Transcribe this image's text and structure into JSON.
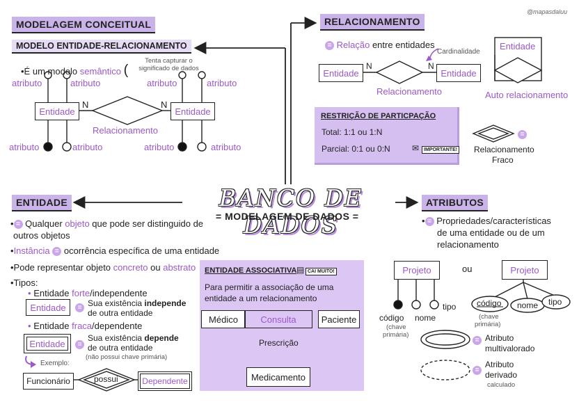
{
  "watermark": "@mapasdaluu",
  "title": "BANCO DE DADOS",
  "subtitle": "= MODELAGEM DE DADOS =",
  "conceitual": {
    "header": "MODELAGEM CONCEITUAL",
    "subheader": "MODELO ENTIDADE-RELACIONAMENTO",
    "bullet_pre": "•É um modelo ",
    "bullet_word": "semântico",
    "note": "Tenta capturar o significado de dados",
    "atributo": "atributo",
    "entidade": "Entidade",
    "n": "N",
    "relacionamento": "Relacionamento"
  },
  "relacionamento": {
    "header": "RELACIONAMENTO",
    "rel_word": "Relação",
    "rel_rest": " entre entidades",
    "cardinalidade": "Cardinalidade",
    "entidade": "Entidade",
    "n": "N",
    "relacionamento": "Relacionamento",
    "auto": "Auto relacionamento",
    "restricao": {
      "title": "RESTRIÇÃO DE PARTICPAÇÃO",
      "total": "Total: 1:1 ou 1:N",
      "parcial": "Parcial: 0:1 ou 0:N",
      "importante": "IMPORTANTE!"
    },
    "fraco_l1": "Relacionamento",
    "fraco_l2": "Fraco"
  },
  "entidade": {
    "header": "ENTIDADE",
    "b1_pre": " Qualquer ",
    "b1_word": "objeto",
    "b1_rest": " que pode ser distinguido de",
    "b1_l2": "outros objetos",
    "b2_word": "Instância",
    "b2_rest": " ocorrência específica de uma entidade",
    "b3_pre": "•Pode representar objeto ",
    "b3_w1": "concreto",
    "b3_mid": " ou ",
    "b3_w2": "abstrato",
    "tipos": "•Tipos:",
    "forte_pre": "Entidade ",
    "forte_word": "forte",
    "forte_rest": "/independente",
    "box_entidade": "Entidade",
    "forte_desc_pre": "Sua existência ",
    "forte_desc_bold": "independe",
    "forte_desc_l2": "de outra entidade",
    "fraca_pre": "Entidade ",
    "fraca_word": "fraca",
    "fraca_rest": "/dependente",
    "fraca_desc_pre": "Sua existência ",
    "fraca_desc_bold": "depende",
    "fraca_desc_l2": "de outra entidade",
    "fraca_desc_l3": "(não possui chave primária)",
    "exemplo": "Exemplo:",
    "funcionario": "Funcionário",
    "possui": "possui",
    "dependente": "Dependente"
  },
  "associativa": {
    "header": "ENTIDADE ASSOCIATIVA",
    "badge": "CAI MUITO!",
    "desc_l1": "Para permitir a associação de uma",
    "desc_l2": "entidade a um relacionamento",
    "medico": "Médico",
    "consulta": "Consulta",
    "paciente": "Paciente",
    "prescricao": "Prescrição",
    "medicamento": "Medicamento"
  },
  "atributos": {
    "header": "ATRIBUTOS",
    "desc_l1": "Propriedades/características",
    "desc_l2": "de uma entidade ou de um",
    "desc_l3": "relacionamento",
    "projeto": "Projeto",
    "ou": "ou",
    "codigo": "código",
    "nome": "nome",
    "tipo": "tipo",
    "chave": "(chave",
    "primaria": "primária)",
    "multi_l1": "Atributo",
    "multi_l2": "multivalorado",
    "deriv_l1": "Atributo",
    "deriv_l2": "derivado",
    "deriv_l3": "calculado"
  },
  "colors": {
    "accent": "#9b59c9",
    "header_bg": "#c9b3e8",
    "panel_bg": "#dcc6f3"
  }
}
